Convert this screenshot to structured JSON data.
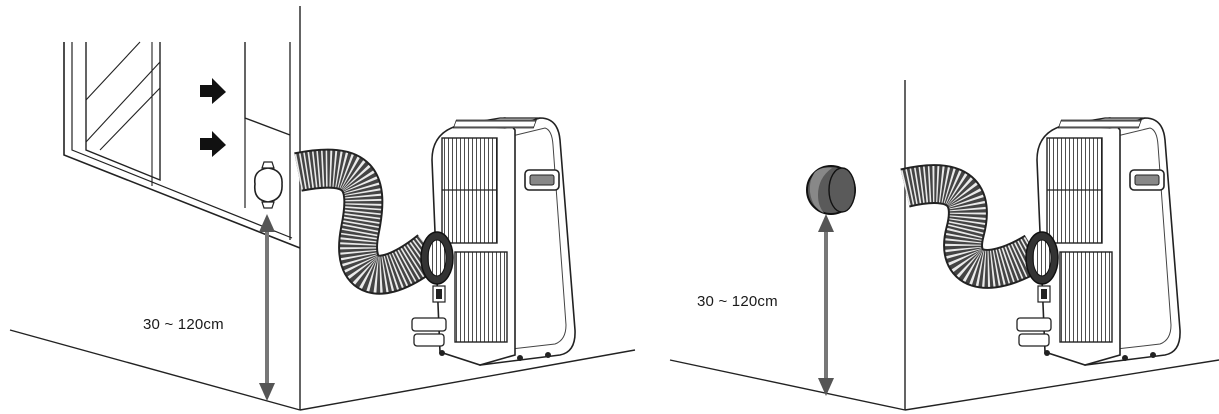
{
  "panels": [
    {
      "id": "window-installation",
      "height_label": "30 ~ 120cm"
    },
    {
      "id": "wall-installation",
      "height_label": "30 ~ 120cm"
    }
  ],
  "icons": [
    "arrow-icon",
    "window-adapter-icon",
    "wall-duct-icon",
    "flexible-hose-icon",
    "air-conditioner-icon",
    "double-arrow-icon"
  ]
}
